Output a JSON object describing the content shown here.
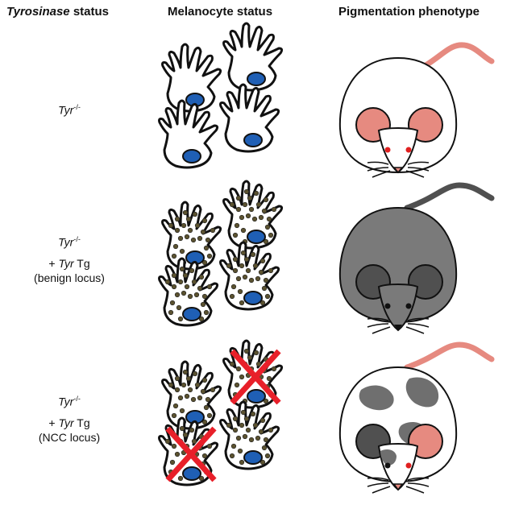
{
  "headers": {
    "col1_italic": "Tyrosinase",
    "col1_rest": " status",
    "col2": "Melanocyte status",
    "col3": "Pigmentation phenotype"
  },
  "rows": [
    {
      "gene": "Tyr",
      "sup": "-/-",
      "tg_plus": "",
      "tg_gene": "",
      "tg_rest": "",
      "locus": ""
    },
    {
      "gene": "Tyr",
      "sup": "-/-",
      "tg_plus": "+ ",
      "tg_gene": "Tyr",
      "tg_rest": " Tg",
      "locus": "(benign locus)"
    },
    {
      "gene": "Tyr",
      "sup": "-/-",
      "tg_plus": "+ ",
      "tg_gene": "Tyr",
      "tg_rest": " Tg",
      "locus": "(NCC locus)"
    }
  ],
  "colors": {
    "nucleus": "#1f5fb5",
    "pigment": "#5b5230",
    "cross": "#e8202a",
    "albino_ear": "#e68a80",
    "albino_eye": "#e02020",
    "black_body": "#7a7a7a",
    "black_ear": "#505050",
    "patch": "#6f6f6f"
  },
  "melanocyte_sets": [
    {
      "pigmented": false,
      "crossed": []
    },
    {
      "pigmented": true,
      "crossed": []
    },
    {
      "pigmented": true,
      "crossed": [
        1,
        2
      ]
    }
  ],
  "mice": [
    "albino",
    "black",
    "mosaic"
  ]
}
